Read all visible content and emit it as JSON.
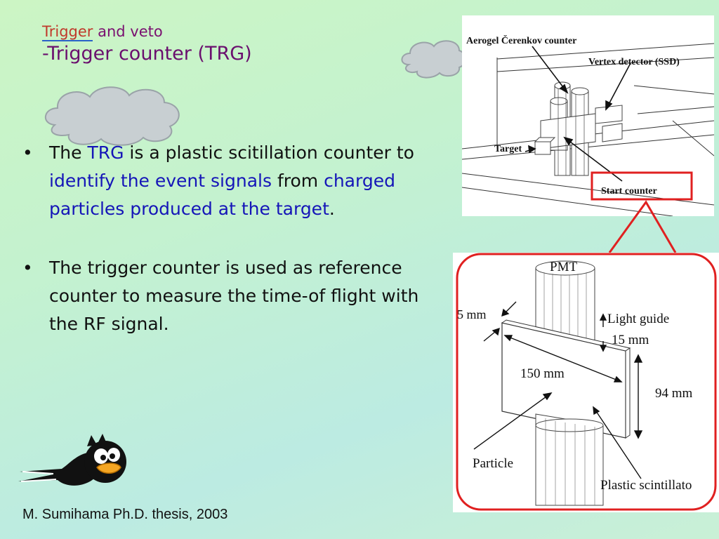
{
  "title": {
    "line1_highlight": "Trigger",
    "line1_rest": " and veto",
    "line2": "-Trigger counter (TRG)"
  },
  "bullets": [
    {
      "parts": [
        {
          "text": "The ",
          "color": "black"
        },
        {
          "text": "TRG",
          "color": "blue"
        },
        {
          "text": " is a plastic scitillation counter to ",
          "color": "black"
        },
        {
          "text": "identify the event signals",
          "color": "blue"
        },
        {
          "text": " from ",
          "color": "black"
        },
        {
          "text": "charged particles produced at the target",
          "color": "blue"
        },
        {
          "text": ".",
          "color": "black"
        }
      ]
    },
    {
      "parts": [
        {
          "text": "The trigger counter is used as reference counter to measure the time-of flight with the RF signal.",
          "color": "black"
        }
      ]
    }
  ],
  "bullet_symbol": "•",
  "citation": "M. Sumihama Ph.D. thesis, 2003",
  "figure_top": {
    "labels": {
      "aerogel": "Aerogel Čerenkov counter",
      "vertex": "Vertex detector (SSD)",
      "target": "Target",
      "start": "Start counter"
    }
  },
  "figure_bottom": {
    "labels": {
      "pmt": "PMT",
      "thickness": "5 mm",
      "light_guide": "Light guide",
      "lg_length": "15 mm",
      "width": "150 mm",
      "height": "94 mm",
      "particle": "Particle",
      "scintillator": "Plastic scintillato"
    }
  },
  "colors": {
    "highlight_red": "#e02020",
    "title_purple": "#6a0f6e",
    "text_blue": "#1515b8"
  }
}
